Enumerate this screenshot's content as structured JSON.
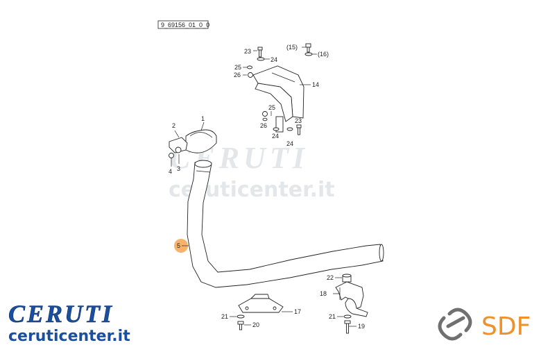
{
  "drawing_code": "9_69156_01_0_0",
  "watermark": {
    "brand": "CERUTI",
    "url": "ceruticenter.it"
  },
  "logo_left": {
    "brand": "CERUTI",
    "url": "ceruticenter.it",
    "color": "#1a4f9e"
  },
  "logo_right": {
    "brand": "SDF",
    "color": "#f0902a",
    "icon_color": "#707070"
  },
  "parts": {
    "p1": "1",
    "p2": "2",
    "p3": "3",
    "p4": "4",
    "p5": "5",
    "p14": "14",
    "p15": "(15)",
    "p16": "(16)",
    "p17": "17",
    "p18": "18",
    "p19": "19",
    "p20": "20",
    "p21a": "21",
    "p21b": "21",
    "p22": "22",
    "p23a": "23",
    "p23b": "23",
    "p24a": "24",
    "p24b": "24",
    "p24c": "24",
    "p25a": "25",
    "p25b": "25",
    "p26a": "26",
    "p26b": "26"
  },
  "highlight_color": "#f7b26b"
}
